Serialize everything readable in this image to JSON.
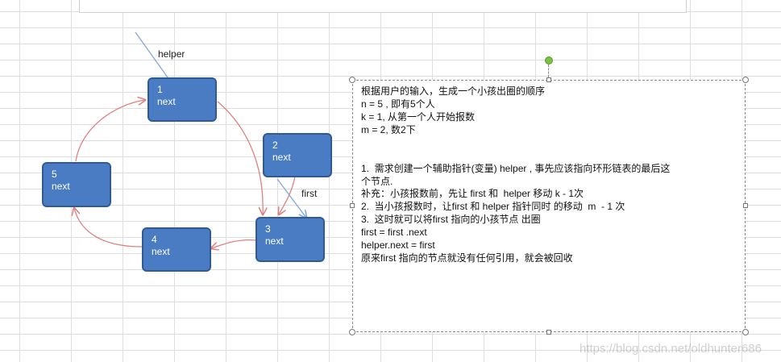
{
  "nodes": [
    {
      "id": "1",
      "label": "next"
    },
    {
      "id": "2",
      "label": "next"
    },
    {
      "id": "3",
      "label": "next"
    },
    {
      "id": "4",
      "label": "next"
    },
    {
      "id": "5",
      "label": "next"
    }
  ],
  "pointers": {
    "helper": "helper",
    "first": "first"
  },
  "colors": {
    "node_fill": "#4a7cc3",
    "node_border": "#2f5a94",
    "link_arrow": "#e08080",
    "pointer_arrow": "#7fa7db",
    "rotate_handle": "#7bc043"
  },
  "textbox": {
    "lines": [
      "根据用户的输入，生成一个小孩出圈的顺序",
      "n = 5 , 即有5个人",
      "k = 1, 从第一个人开始报数",
      "m = 2, 数2下",
      "",
      "1.  需求创建一个辅助指针(变量) helper , 事先应该指向环形链表的最后这",
      "个节点.",
      "补充：小孩报数前，先让 first 和  helper 移动 k - 1次",
      "2.  当小孩报数时，让first 和 helper 指针同时 的移动  m  - 1 次",
      "3.  这时就可以将first 指向的小孩节点 出圈",
      "first = first .next",
      "helper.next = first",
      "原来first 指向的节点就没有任何引用，就会被回收"
    ]
  },
  "watermark": "https://blog.csdn.net/oldhunter686"
}
